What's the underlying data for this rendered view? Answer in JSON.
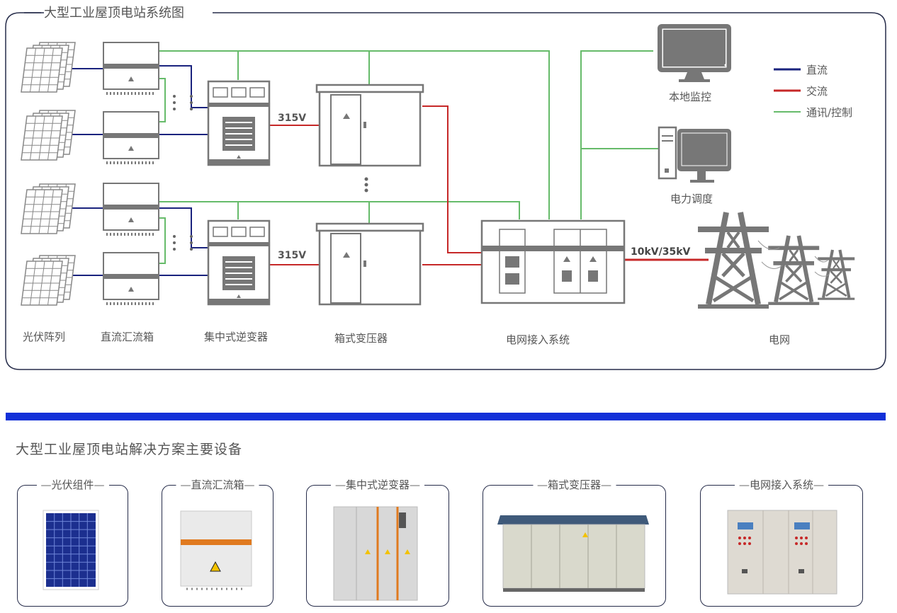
{
  "diagram": {
    "title": "大型工业屋顶电站系统图",
    "columns": {
      "pv_array": "光伏阵列",
      "combiner": "直流汇流箱",
      "inverter": "集中式逆变器",
      "transformer": "箱式变压器",
      "grid_access": "电网接入系统",
      "grid": "电网"
    },
    "voltage_low_1": "315V",
    "voltage_low_2": "315V",
    "voltage_high": "10kV/35kV",
    "local_monitor": "本地监控",
    "dispatch": "电力调度",
    "legend": [
      {
        "label": "直流",
        "color": "#1a237e"
      },
      {
        "label": "交流",
        "color": "#c62828"
      },
      {
        "label": "通讯/控制",
        "color": "#66bb6a"
      }
    ],
    "colors": {
      "dc": "#1a237e",
      "ac": "#c62828",
      "comm": "#66bb6a",
      "equipment": "#7a7a7a",
      "accent_bar": "#1230d8"
    }
  },
  "equipment_section": {
    "title": "大型工业屋顶电站解决方案主要设备",
    "cards": [
      {
        "label": "光伏组件",
        "icon": "solar-panel-photo"
      },
      {
        "label": "直流汇流箱",
        "icon": "combiner-box-photo"
      },
      {
        "label": "集中式逆变器",
        "icon": "inverter-cabinet-photo"
      },
      {
        "label": "箱式变压器",
        "icon": "box-transformer-photo"
      },
      {
        "label": "电网接入系统",
        "icon": "switchgear-photo"
      }
    ]
  }
}
